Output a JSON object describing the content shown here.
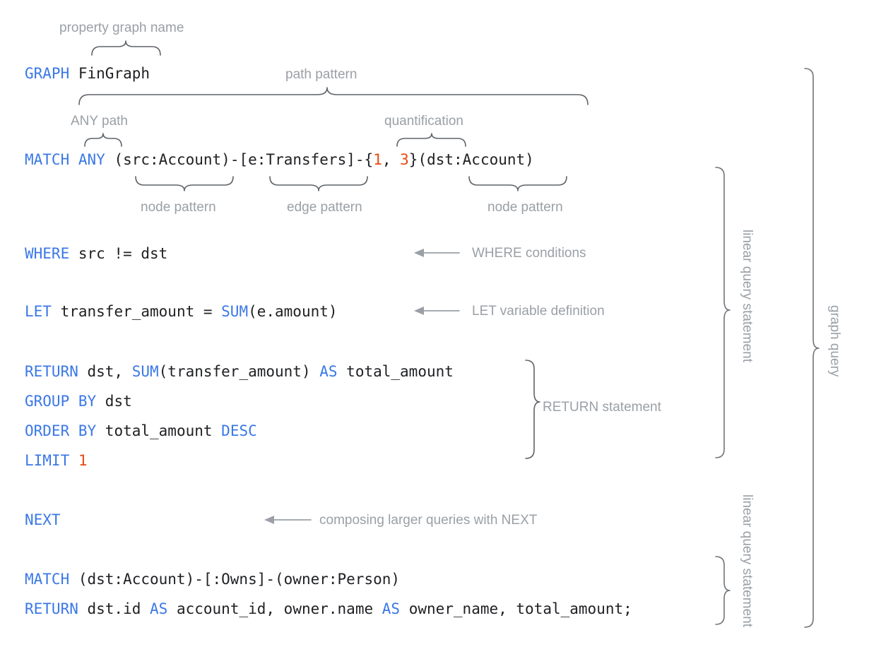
{
  "diagram": {
    "title": "GQL graph query annotated syntax diagram",
    "colors": {
      "keyword_blue": "#3b78e7",
      "literal_orange": "#e8490f",
      "code_black": "#202124",
      "annotation_gray": "#9aa0a6",
      "brace_gray": "#5f6368",
      "background": "#ffffff"
    }
  },
  "code": {
    "line_graph": {
      "keyword": "GRAPH",
      "space": " ",
      "name": "FinGraph"
    },
    "line_match": {
      "keyword": "MATCH",
      "any": "ANY",
      "node_src": "(src:Account)",
      "dash1": "-",
      "edge": "[e:Transfers]",
      "dash2": "-",
      "quant_open": "{",
      "quant_min": "1",
      "quant_sep": ", ",
      "quant_max": "3",
      "quant_close": "}",
      "node_dst": "(dst:Account)"
    },
    "line_where": {
      "keyword": "WHERE",
      "expr": " src != dst"
    },
    "line_let": {
      "keyword": "LET",
      "mid": " transfer_amount = ",
      "func": "SUM",
      "args": "(e.amount)"
    },
    "line_return1": {
      "keyword": "RETURN",
      "a": " dst, ",
      "func": "SUM",
      "b": "(transfer_amount) ",
      "as": "AS",
      "c": " total_amount"
    },
    "line_group": {
      "keyword": "GROUP BY",
      "expr": " dst"
    },
    "line_order": {
      "keyword": "ORDER BY",
      "a": " total_amount ",
      "desc": "DESC"
    },
    "line_limit": {
      "keyword": "LIMIT",
      "sp": " ",
      "value": "1"
    },
    "line_next": {
      "keyword": "NEXT"
    },
    "line_match2": {
      "keyword": "MATCH",
      "rest": " (dst:Account)-[:Owns]-(owner:Person)"
    },
    "line_return2": {
      "keyword": "RETURN",
      "a": " dst.id ",
      "as1": "AS",
      "b": " account_id, owner.name ",
      "as2": "AS",
      "c": " owner_name, total_amount;"
    }
  },
  "annotations": {
    "property_graph_name": "property graph name",
    "path_pattern": "path pattern",
    "any_path": "ANY path",
    "quantification": "quantification",
    "node_pattern_left": "node pattern",
    "edge_pattern": "edge pattern",
    "node_pattern_right": "node pattern",
    "where_conditions": "WHERE conditions",
    "let_variable_definition": "LET variable definition",
    "return_statement": "RETURN statement",
    "next_composition": "composing larger queries with NEXT",
    "linear_query_statement_1": "linear query statement",
    "linear_query_statement_2": "linear query statement",
    "graph_query": "graph query"
  }
}
